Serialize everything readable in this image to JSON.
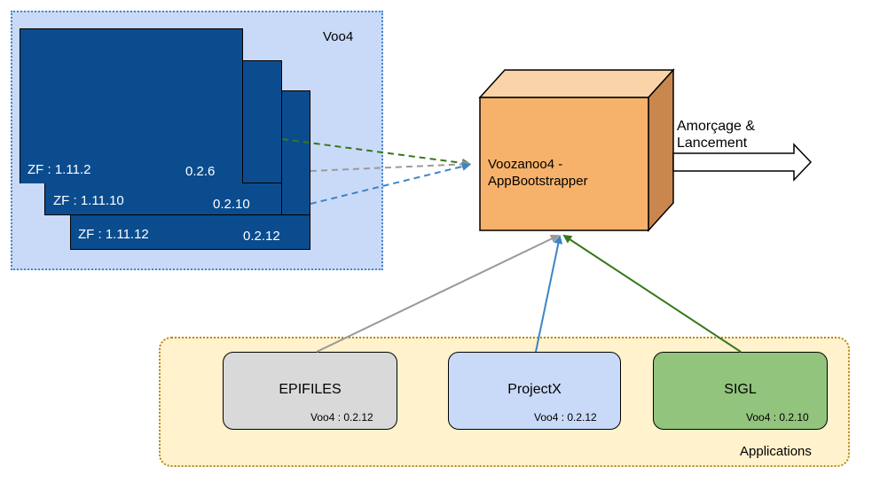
{
  "voo4_group": {
    "label": "Voo4",
    "cards": [
      {
        "zf": "ZF : 1.11.2",
        "version": "0.2.6"
      },
      {
        "zf": "ZF : 1.11.10",
        "version": "0.2.10"
      },
      {
        "zf": "ZF : 1.11.12",
        "version": "0.2.12"
      }
    ]
  },
  "bootstrapper": {
    "line1": "Voozanoo4 -",
    "line2": "AppBootstrapper"
  },
  "output_arrow": {
    "line1": "Amorçage &",
    "line2": "Lancement"
  },
  "applications": {
    "label": "Applications",
    "items": [
      {
        "name": "EPIFILES",
        "version": "Voo4 : 0.2.12"
      },
      {
        "name": "ProjectX",
        "version": "Voo4 : 0.2.12"
      },
      {
        "name": "SIGL",
        "version": "Voo4 : 0.2.10"
      }
    ]
  },
  "colors": {
    "card_fill": "#0b4c8f",
    "voo4_region": "#c9daf8",
    "apps_region": "#fff2cc",
    "cube_front": "#f6b26b",
    "epifiles_fill": "#d9d9d9",
    "projectx_fill": "#c9daf8",
    "sigl_fill": "#93c47d",
    "link_green": "#38761d",
    "link_gray": "#999999",
    "link_blue": "#3d85c6"
  }
}
